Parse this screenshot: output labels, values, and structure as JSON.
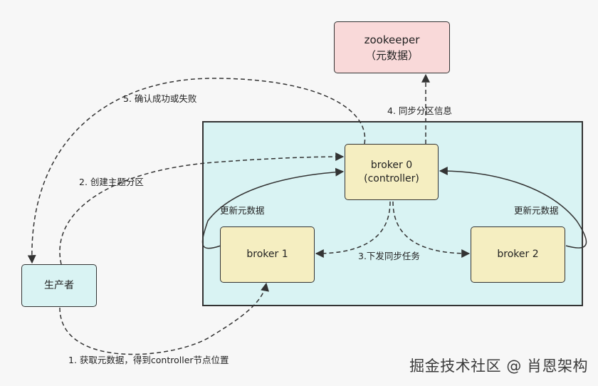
{
  "nodes": {
    "zookeeper": {
      "line1": "zookeeper",
      "line2": "（元数据）"
    },
    "broker0": {
      "line1": "broker 0",
      "line2": "(controller)"
    },
    "broker1": {
      "line1": "broker 1"
    },
    "broker2": {
      "line1": "broker 2"
    },
    "producer": {
      "line1": "生产者"
    }
  },
  "edges": {
    "step1": "1. 获取元数据，得到controller节点位置",
    "step2": "2. 创建主题分区",
    "step3": "3.下发同步任务",
    "step4": "4. 同步分区信息",
    "step5": "5. 确认成功或失败",
    "update_left": "更新元数据",
    "update_right": "更新元数据"
  },
  "watermark": "掘金技术社区 @ 肖恩架构",
  "colors": {
    "broker_fill": "#f5eec1",
    "zookeeper_fill": "#f9d9d9",
    "cluster_fill": "#d9f3f3",
    "producer_fill": "#d9f3f3",
    "stroke": "#333333"
  }
}
